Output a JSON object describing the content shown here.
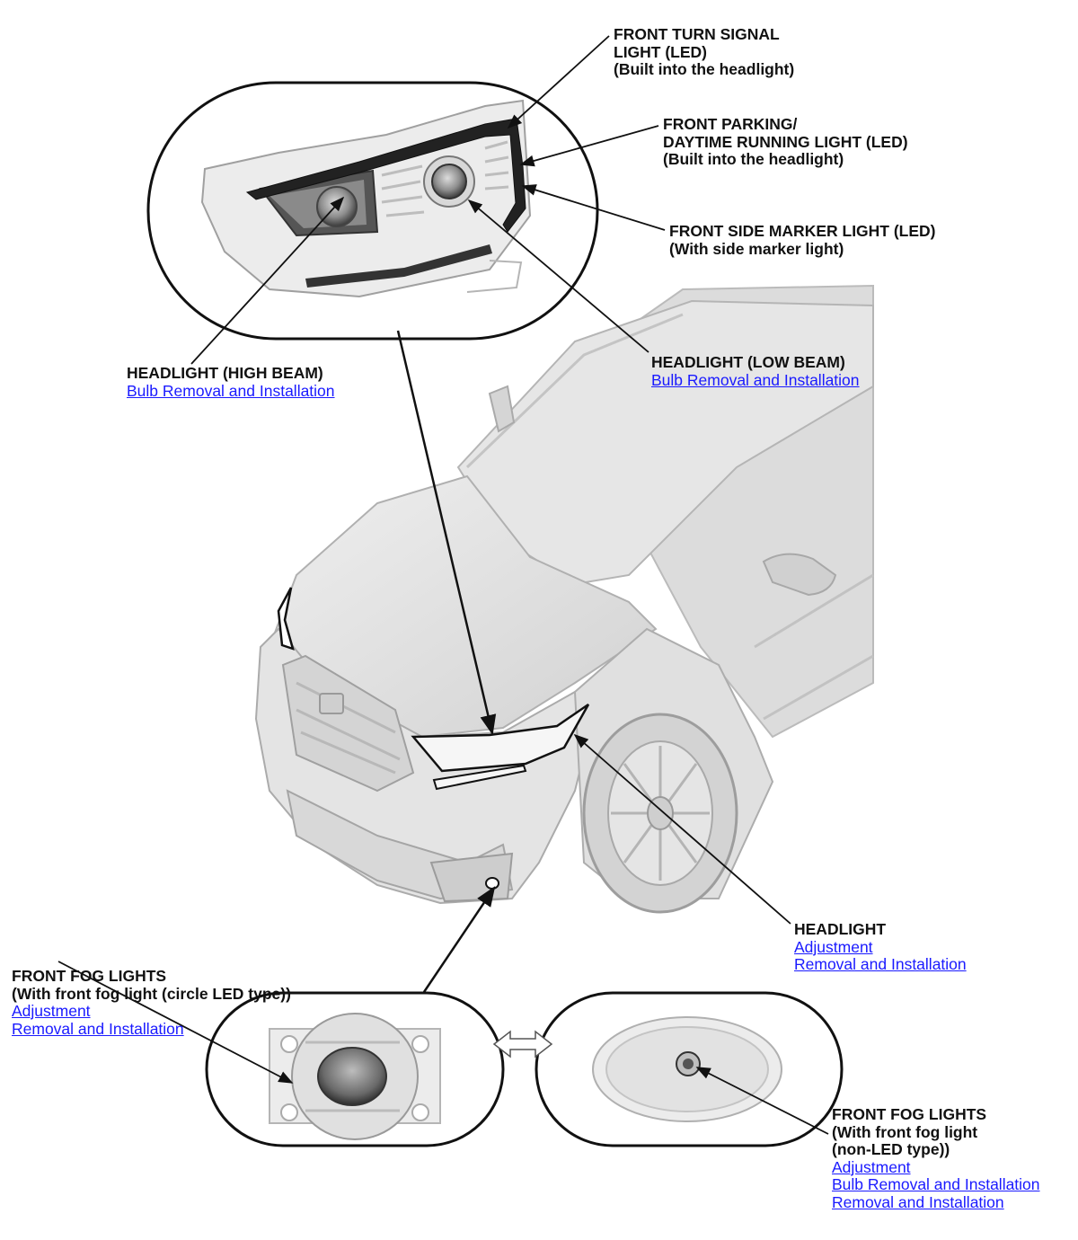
{
  "labels": {
    "turn_signal": {
      "line1": "FRONT TURN SIGNAL",
      "line2": "LIGHT (LED)",
      "line3": "(Built into the headlight)"
    },
    "parking": {
      "line1": "FRONT PARKING/",
      "line2": "DAYTIME RUNNING LIGHT (LED)",
      "line3": "(Built into the headlight)"
    },
    "side_marker": {
      "line1": "FRONT SIDE MARKER LIGHT (LED)",
      "line2": "(With side marker light)"
    },
    "low_beam": {
      "title": "HEADLIGHT (LOW BEAM)",
      "link1": "Bulb Removal and Installation"
    },
    "high_beam": {
      "title": "HEADLIGHT (HIGH BEAM)",
      "link1": "Bulb Removal and Installation"
    },
    "headlight": {
      "title": "HEADLIGHT",
      "link1": "Adjustment",
      "link2": "Removal and Installation"
    },
    "fog_circle": {
      "line1": "FRONT FOG LIGHTS",
      "line2": "(With front fog light (circle LED type))",
      "link1": "Adjustment",
      "link2": "Removal and Installation"
    },
    "fog_nonled": {
      "line1": "FRONT FOG LIGHTS",
      "line2": "(With front fog light",
      "line3": "(non-LED type))",
      "link1": "Adjustment",
      "link2": "Bulb Removal and Installation",
      "link3": "Removal and Installation"
    }
  },
  "colors": {
    "link": "#1a1aff",
    "text": "#111111",
    "outline": "#111111",
    "body_fill": "#e2e2e2",
    "shade": "#c8c8c8"
  },
  "icons": {
    "swap": "double-headed-arrow"
  }
}
